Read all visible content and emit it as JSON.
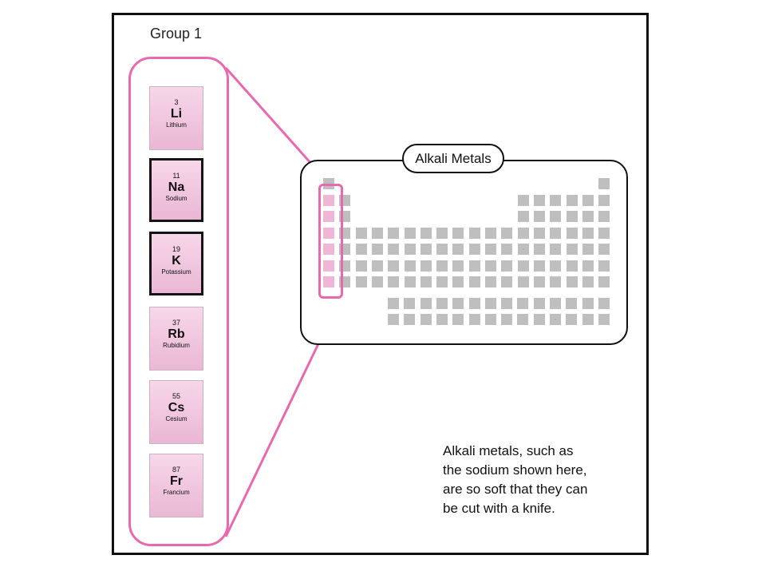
{
  "group_label": "Group 1",
  "elements": [
    {
      "number": "3",
      "symbol": "Li",
      "name": "Lithium",
      "highlighted": false
    },
    {
      "number": "11",
      "symbol": "Na",
      "name": "Sodium",
      "highlighted": true
    },
    {
      "number": "19",
      "symbol": "K",
      "name": "Potassium",
      "highlighted": true
    },
    {
      "number": "37",
      "symbol": "Rb",
      "name": "Rubidium",
      "highlighted": false
    },
    {
      "number": "55",
      "symbol": "Cs",
      "name": "Cesium",
      "highlighted": false
    },
    {
      "number": "87",
      "symbol": "Fr",
      "name": "Francium",
      "highlighted": false
    }
  ],
  "table_title": "Alkali Metals",
  "caption_lines": [
    "Alkali metals, such as",
    "the sodium shown here,",
    "are so soft that they can",
    "be cut with a knife."
  ],
  "colors": {
    "accent_pink": "#e86aae",
    "tile_fill": "#f2c6de",
    "grid_cell": "#bfbfbf",
    "frame": "#111111"
  }
}
